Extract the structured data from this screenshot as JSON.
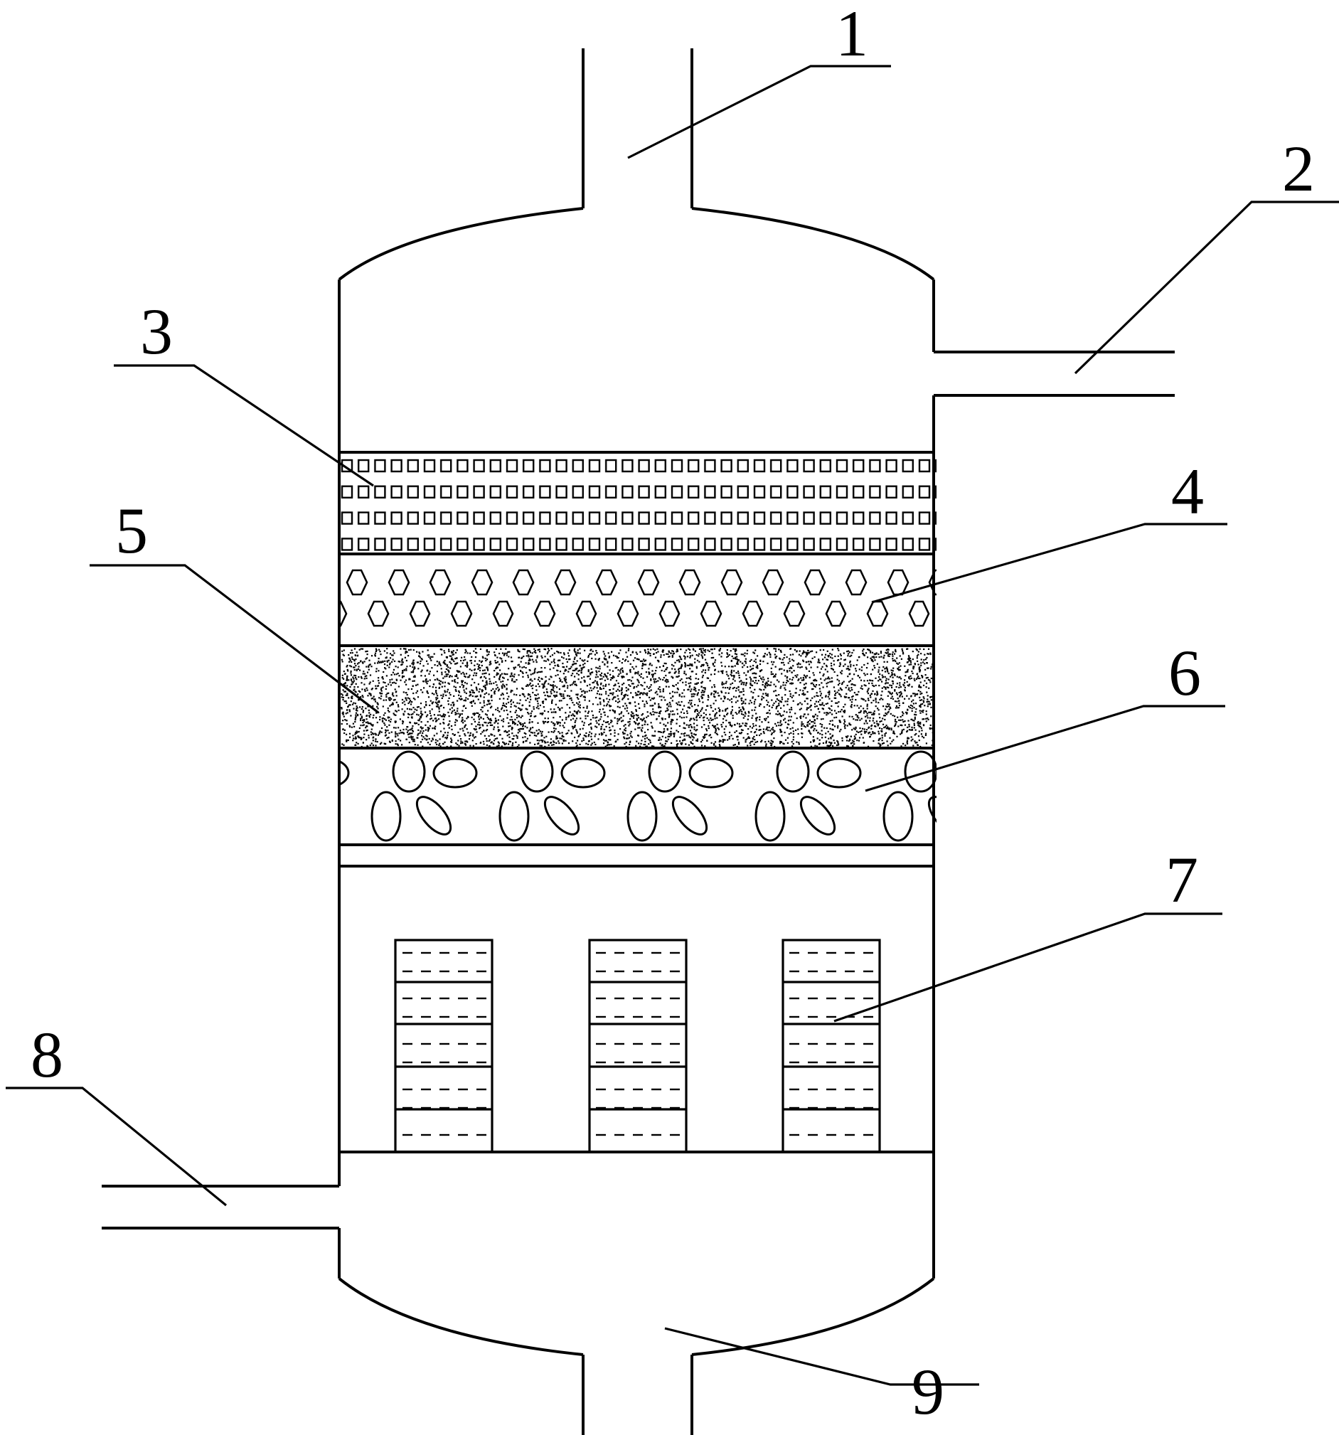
{
  "labels": [
    "1",
    "2",
    "3",
    "4",
    "5",
    "6",
    "7",
    "8",
    "9"
  ],
  "colors": {
    "line": "#000000",
    "background": "#ffffff"
  }
}
